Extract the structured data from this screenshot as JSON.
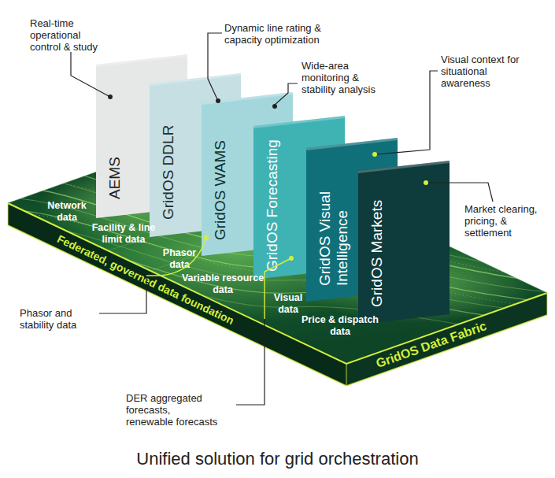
{
  "diagram": {
    "caption": "Unified solution for grid orchestration",
    "nodes": [
      {
        "text": [
          "AEMS"
        ]
      },
      {
        "text": [
          "GridOS DDLR"
        ]
      },
      {
        "text": [
          "GridOS WAMS"
        ]
      },
      {
        "text": [
          "GridOS Forecasting"
        ]
      },
      {
        "text": [
          "GridOS Visual Intelligence"
        ]
      },
      {
        "text": [
          "GridOS Markets"
        ]
      },
      {
        "text": [
          "Network data",
          "Facility & line limit data",
          "Phasor data",
          "Variable resource data",
          "Visual data",
          "Price & dispatch data",
          "Federated, governed data foundation",
          "GridOS Data Fabric"
        ]
      }
    ],
    "labels": [
      "Real-time operational control & study",
      "Dynamic line rating & capacity optimization",
      "Wide-area monitoring & stability analysis",
      "Visual context for situational awareness",
      "Market clearing, pricing, & settlement",
      "Phasor and stability data",
      "DER aggregated forecasts, renewable forecasts"
    ]
  }
}
